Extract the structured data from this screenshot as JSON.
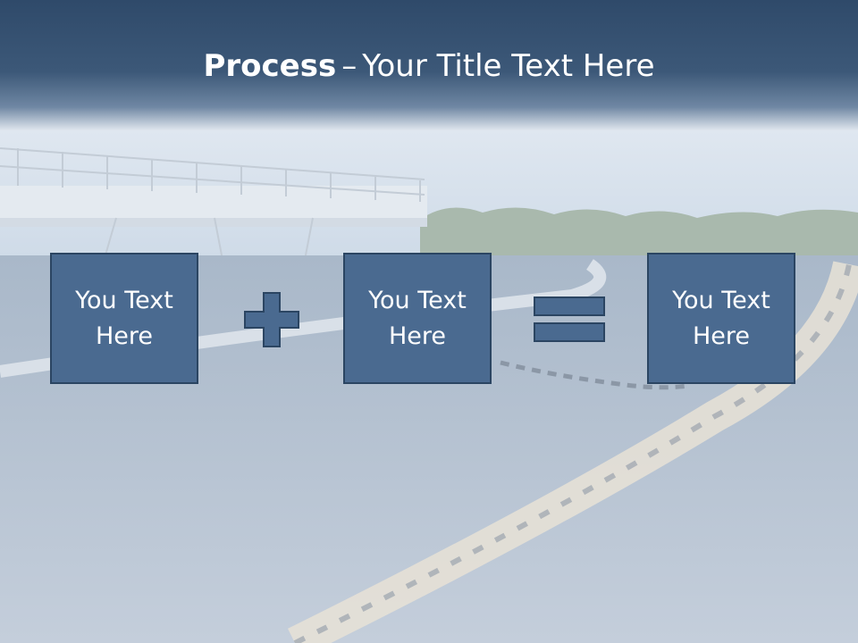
{
  "slide": {
    "title_bold": "Process",
    "title_dash": "–",
    "title_rest": "Your Title Text Here"
  },
  "boxes": [
    {
      "text": "You Text Here"
    },
    {
      "text": "You Text Here"
    },
    {
      "text": "You Text Here"
    }
  ],
  "operators": {
    "first": "plus-icon",
    "second": "equals-icon"
  },
  "colors": {
    "title_bar": "#3c5878",
    "box_fill": "#4a6a90",
    "box_border": "#2b4562",
    "title_text": "#ffffff"
  }
}
